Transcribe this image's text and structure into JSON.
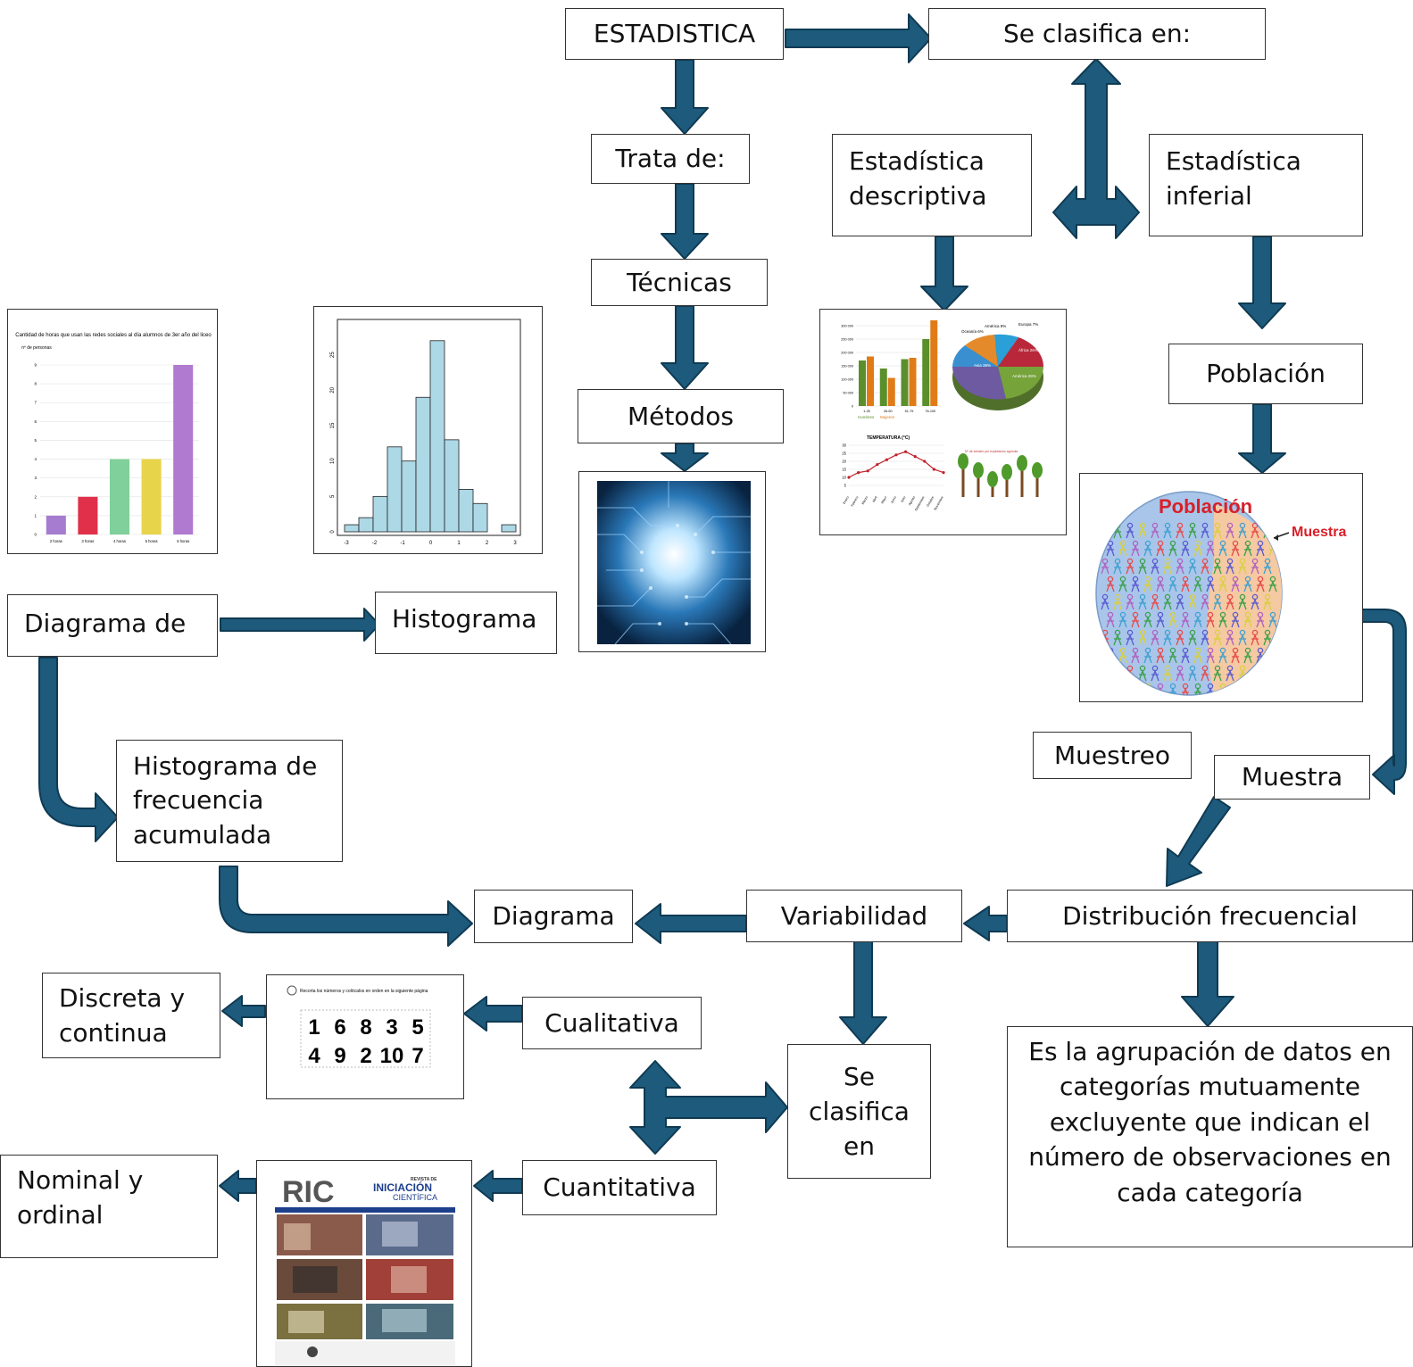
{
  "colors": {
    "arrow": "#1d5a7c",
    "arrow_stroke": "#0f3a52",
    "border": "#333333"
  },
  "nodes": {
    "estadistica": "ESTADISTICA",
    "se_clasifica_en": "Se clasifica en:",
    "trata_de": "Trata de:",
    "tecnicas": "Técnicas",
    "metodos": "Métodos",
    "estadistica_descriptiva": "Estadística descriptiva",
    "estadistica_inferial": "Estadística inferial",
    "poblacion": "Población",
    "diagrama_de": "Diagrama de",
    "histograma": "Histograma",
    "histograma_frecuencia_acumulada": "Histograma de frecuencia acumulada",
    "muestreo": "Muestreo",
    "muestra": "Muestra",
    "diagrama": "Diagrama",
    "variabilidad": "Variabilidad",
    "distribucion_frecuencial": "Distribución frecuencial",
    "discreta_y_continua": "Discreta y continua",
    "cualitativa": "Cualitativa",
    "se_clasifica_en_2": "Se clasifica en",
    "definicion": "Es la agrupación de datos en categorías mutuamente excluyente que indican el número de observaciones en cada categoría",
    "nominal_y_ordinal": "Nominal y ordinal",
    "cuantitativa": "Cuantitativa"
  },
  "images": {
    "bar_chart": {
      "title": "Cantidad de horas que usan las redes sociales al día alumnos de 3er año del liceo",
      "ylabel": "nº de personas",
      "categories": [
        "2 horas",
        "3 horas",
        "4 horas",
        "5 horas",
        "6 horas"
      ],
      "values": [
        1,
        2,
        4,
        4,
        9
      ],
      "colors": [
        "#a57cd0",
        "#e0304a",
        "#7fd09a",
        "#e8d44a",
        "#b07ad0"
      ],
      "yticks": [
        "0",
        "1",
        "2",
        "3",
        "4",
        "5",
        "6",
        "7",
        "8",
        "9"
      ]
    },
    "histogram": {
      "values": [
        1,
        2,
        5,
        12,
        10,
        19,
        27,
        13,
        6,
        4,
        0,
        1
      ],
      "yticks": [
        "0",
        "5",
        "10",
        "15",
        "20",
        "25"
      ],
      "xticks": [
        "-3",
        "-2",
        "-1",
        "0",
        "1",
        "2",
        "3"
      ]
    },
    "descriptive": {
      "bar_categories": [
        "1-25",
        "26-50",
        "51-75",
        "76-100"
      ],
      "bar_legend": [
        "Hombres",
        "Mujeres"
      ],
      "bar_yticks": [
        "0",
        "50 000",
        "100 000",
        "150 000",
        "200 000",
        "250 000",
        "300 000"
      ],
      "pie_labels": [
        "Oceanía 6%",
        "América 9%",
        "Europa 7%",
        "África 26%",
        "Asia 38%",
        "América 28%"
      ],
      "line_title": "TEMPERATURA (°C)",
      "line_values": [
        10,
        13,
        14,
        18,
        21,
        24,
        26,
        23,
        20,
        15,
        13
      ],
      "line_yticks": [
        "5",
        "10",
        "15",
        "20",
        "25",
        "30"
      ],
      "months": [
        "Enero",
        "Febrero",
        "Marzo",
        "Abril",
        "Mayo",
        "Junio",
        "Julio",
        "Agosto",
        "Septiembre",
        "Octubre",
        "Noviembre"
      ],
      "tree_title": "Nº de árboles por explotación agrícola"
    },
    "population": {
      "title": "Población",
      "sample": "Muestra"
    },
    "worksheet": {
      "title": "Recorta los números y colócalos en orden en la siguiente página",
      "row1": [
        "1",
        "6",
        "8",
        "3",
        "5"
      ],
      "row2": [
        "4",
        "9",
        "2",
        "10",
        "7"
      ]
    },
    "magazine": {
      "brand": "RIC",
      "title_small": "REVISTA DE",
      "title_big": "INICIACIÓN",
      "title_big2": "CIENTÍFICA"
    }
  }
}
